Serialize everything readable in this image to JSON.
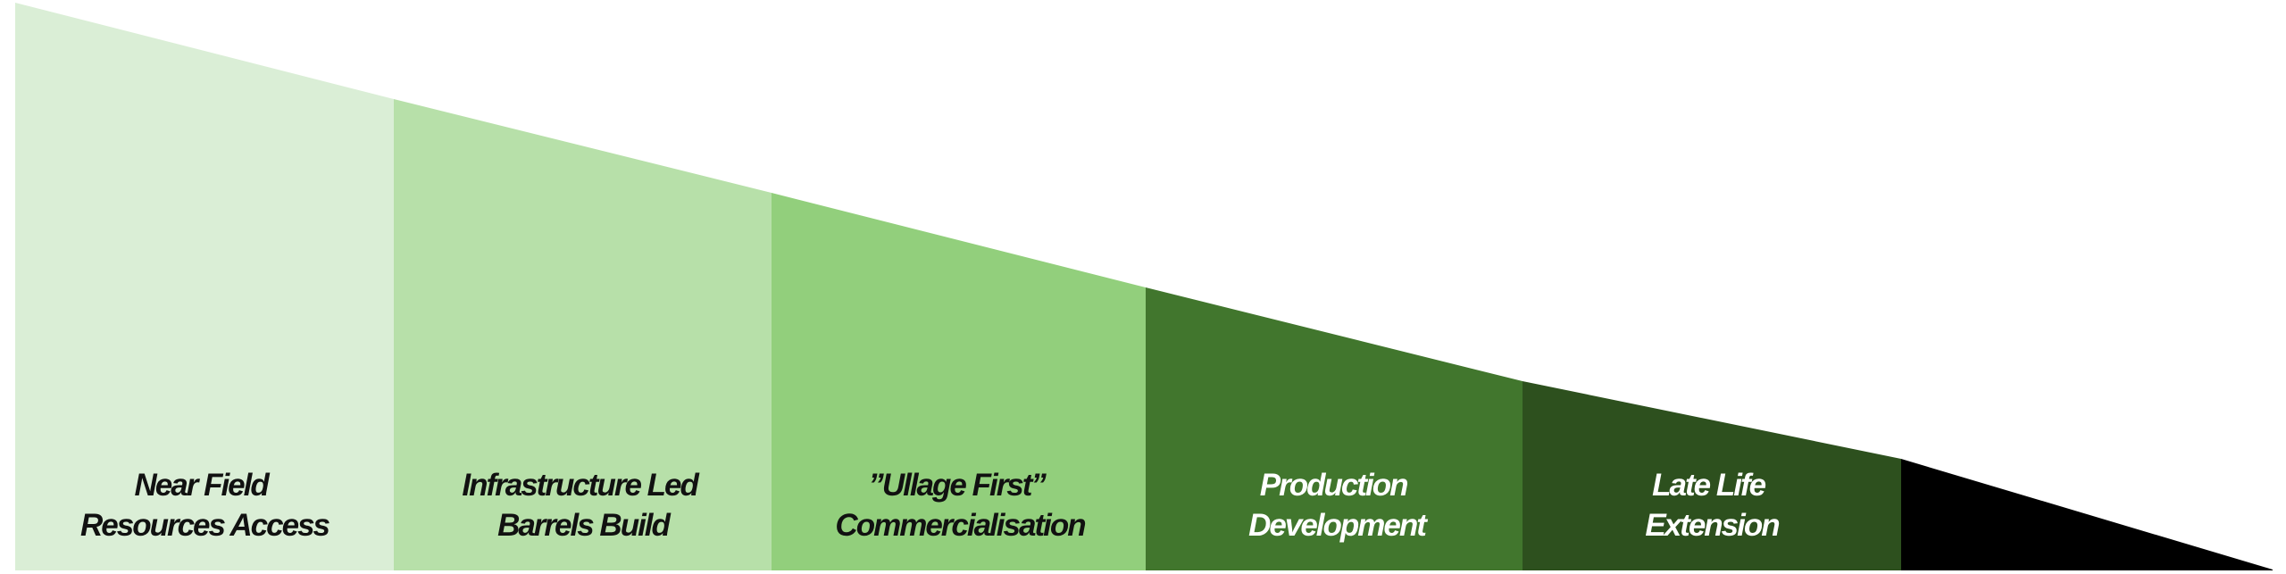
{
  "segments": [
    {
      "line1": "Near Field",
      "line2": "Resources Access",
      "fill": "#DAEED6",
      "text_color": "#111111"
    },
    {
      "line1": "Infrastructure Led",
      "line2": "Barrels Build",
      "fill": "#B7E0A9",
      "text_color": "#111111"
    },
    {
      "line1": "”Ullage First”",
      "line2": "Commercialisation",
      "fill": "#92CF7C",
      "text_color": "#111111"
    },
    {
      "line1": "Production",
      "line2": "Development",
      "fill": "#41762D",
      "text_color": "#FFFFFF"
    },
    {
      "line1": "Late Life",
      "line2": "Extension",
      "fill": "#2D501E",
      "text_color": "#FFFFFF"
    },
    {
      "line1": "",
      "line2": "",
      "fill": "#000000",
      "text_color": "#FFFFFF"
    }
  ]
}
